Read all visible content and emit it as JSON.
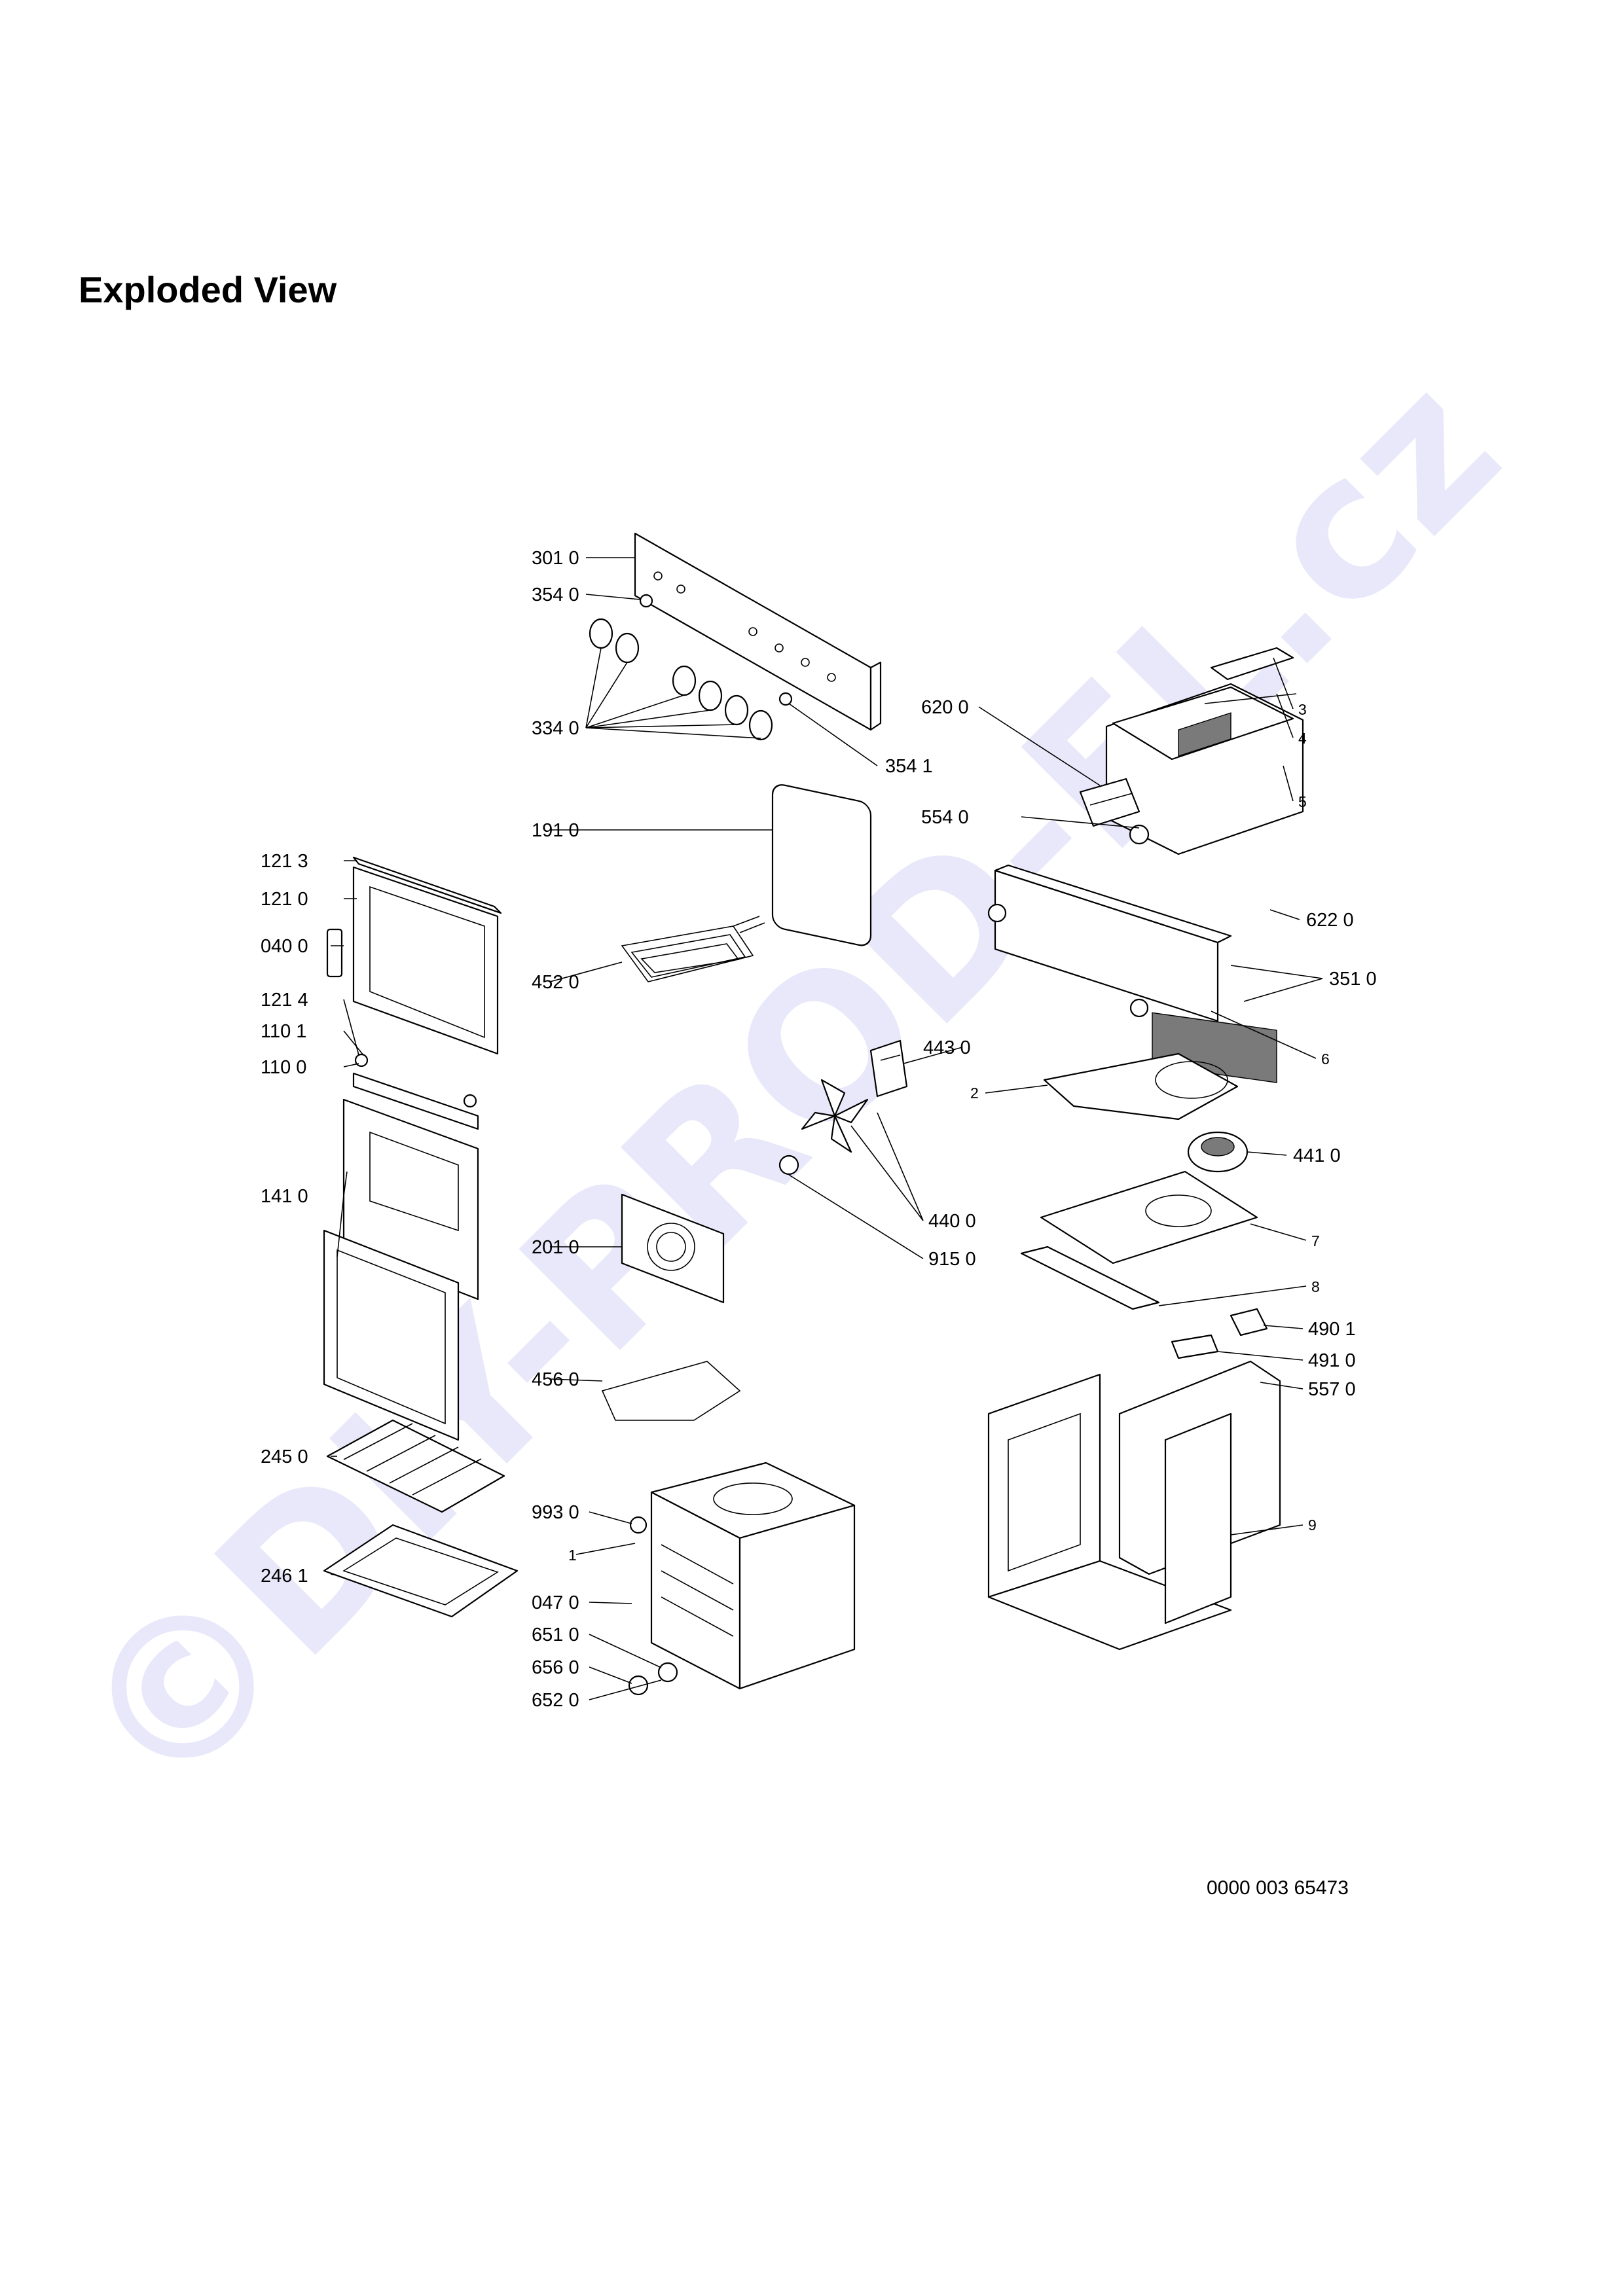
{
  "header": {
    "title": "Exploded View"
  },
  "footer": {
    "doc_number": "0000 003 65473"
  },
  "watermark": {
    "text": "©DIY-PROD-FL.cz",
    "color": "#c9c9f4"
  },
  "callouts": {
    "c3010": "301 0",
    "c3540": "354 0",
    "c3340": "334 0",
    "c3541": "354 1",
    "c6200": "620 0",
    "c3": "3",
    "c4": "4",
    "c5": "5",
    "c5540": "554 0",
    "c6220": "622 0",
    "c3510": "351 0",
    "c6": "6",
    "c1910": "191 0",
    "c4520": "452 0",
    "c4430": "443 0",
    "c2": "2",
    "c4410": "441 0",
    "c4400": "440 0",
    "c9150": "915 0",
    "c7": "7",
    "c8": "8",
    "c2010": "201 0",
    "c4901": "490 1",
    "c4910": "491 0",
    "c5570": "557 0",
    "c4560": "456 0",
    "c9": "9",
    "c1213": "121 3",
    "c1210": "121 0",
    "c0400": "040 0",
    "c1214": "121 4",
    "c1101": "110 1",
    "c1100": "110 0",
    "c1410": "141 0",
    "c2450": "245 0",
    "c2461": "246 1",
    "c9930": "993 0",
    "c1": "1",
    "c0470": "047 0",
    "c6510": "651 0",
    "c6560": "656 0",
    "c6520": "652 0"
  }
}
